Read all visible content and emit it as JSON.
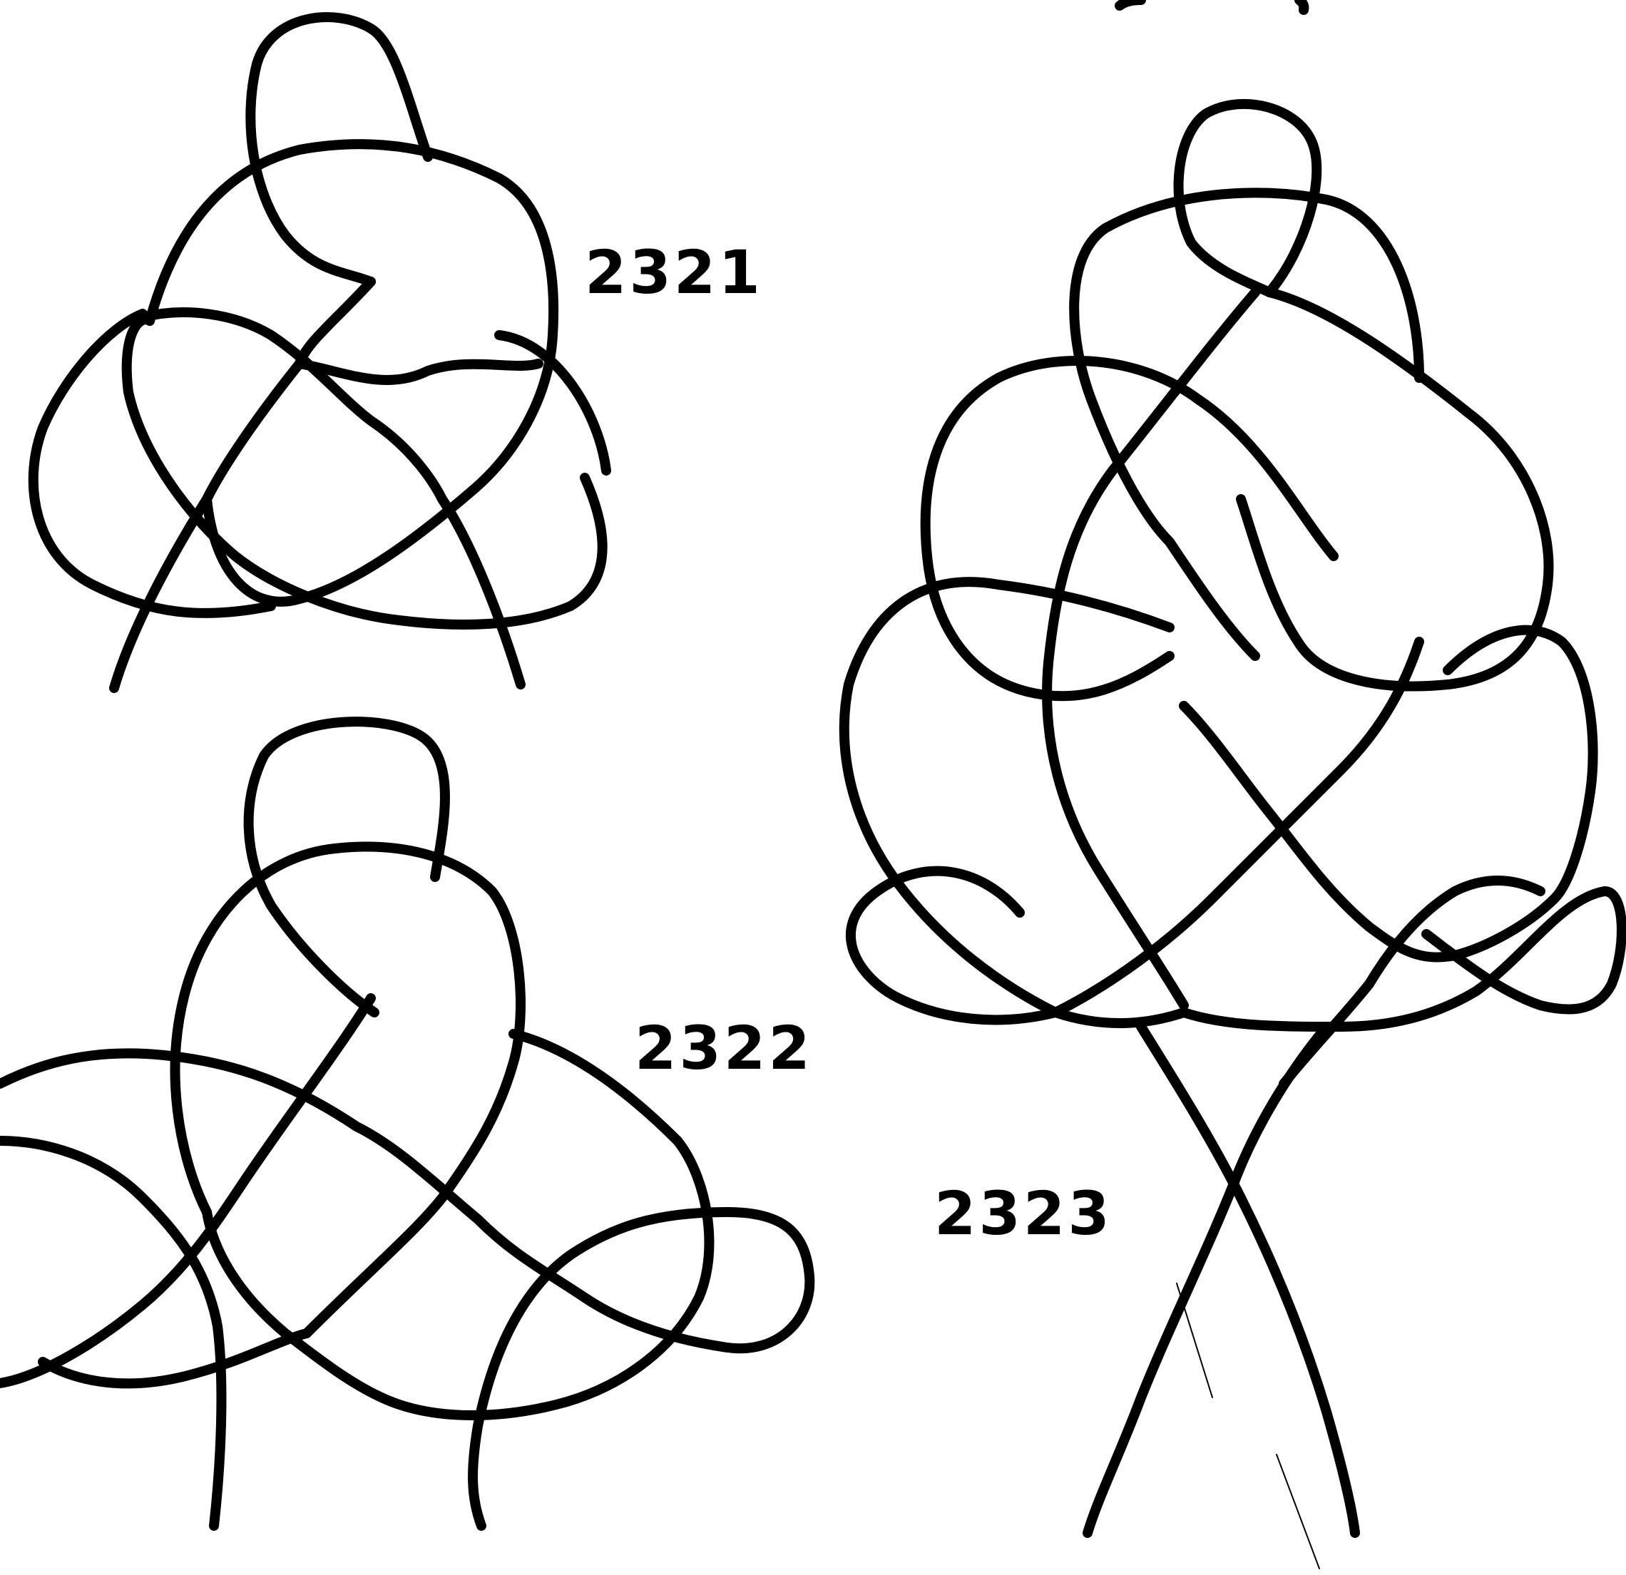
{
  "figure": {
    "ink_color": "#000000",
    "background_color": "#ffffff",
    "knots": [
      {
        "id": "2321",
        "label": "2321"
      },
      {
        "id": "2322",
        "label": "2322"
      },
      {
        "id": "2323",
        "label": "2323"
      }
    ]
  }
}
